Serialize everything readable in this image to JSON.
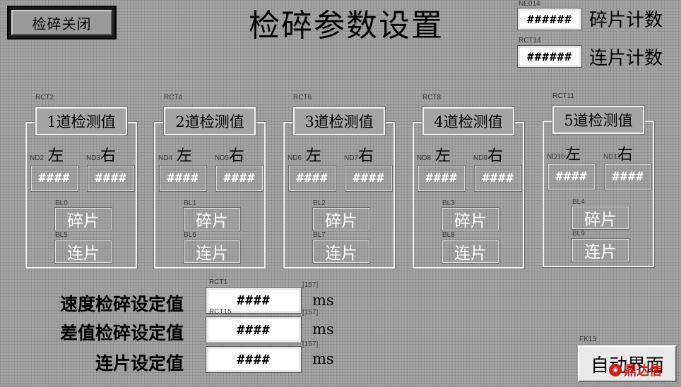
{
  "header": {
    "close_button": "检碎关闭",
    "title": "检碎参数设置"
  },
  "counters": [
    {
      "tag": "NE014",
      "value": "######",
      "label": "碎片计数"
    },
    {
      "tag": "RCT14",
      "value": "######",
      "label": "连片计数"
    }
  ],
  "channels": [
    {
      "tag": "RCT2",
      "title": "1道检测值",
      "left_label": "左",
      "right_label": "右",
      "left_tag": "ND2",
      "right_tag": "ND3",
      "left_value": "####",
      "right_value": "####",
      "frag_tag": "BL0",
      "frag_label": "碎片",
      "cont_tag": "BL5",
      "cont_label": "连片"
    },
    {
      "tag": "RCT4",
      "title": "2道检测值",
      "left_label": "左",
      "right_label": "右",
      "left_tag": "ND4",
      "right_tag": "ND5",
      "left_value": "####",
      "right_value": "####",
      "frag_tag": "BL1",
      "frag_label": "碎片",
      "cont_tag": "BL6",
      "cont_label": "连片"
    },
    {
      "tag": "RCT6",
      "title": "3道检测值",
      "left_label": "左",
      "right_label": "右",
      "left_tag": "ND6",
      "right_tag": "ND7",
      "left_value": "####",
      "right_value": "####",
      "frag_tag": "BL2",
      "frag_label": "碎片",
      "cont_tag": "BL7",
      "cont_label": "连片"
    },
    {
      "tag": "RCT8",
      "title": "4道检测值",
      "left_label": "左",
      "right_label": "右",
      "left_tag": "ND8",
      "right_tag": "ND9",
      "left_value": "####",
      "right_value": "####",
      "frag_tag": "BL3",
      "frag_label": "碎片",
      "cont_tag": "BL8",
      "cont_label": "连片"
    },
    {
      "tag": "RCT11",
      "title": "5道检测值",
      "left_label": "左",
      "right_label": "右",
      "left_tag": "ND10",
      "right_tag": "ND11",
      "left_value": "####",
      "right_value": "####",
      "frag_tag": "BL4",
      "frag_label": "碎片",
      "cont_tag": "BL9",
      "cont_label": "连片"
    }
  ],
  "settings": [
    {
      "label": "速度检碎设定值",
      "tag": "RCT1",
      "value": "####",
      "unit": "ms",
      "range": "[157]"
    },
    {
      "label": "差值检碎设定值",
      "tag": "RCT15",
      "value": "####",
      "unit": "ms",
      "range": "[157]"
    },
    {
      "label": "连片设定值",
      "tag": "",
      "value": "####",
      "unit": "ms",
      "range": "[157]"
    }
  ],
  "auto_button": {
    "tag": "FK13",
    "label": "自动界面"
  },
  "watermark": {
    "text": "鼎达信"
  }
}
